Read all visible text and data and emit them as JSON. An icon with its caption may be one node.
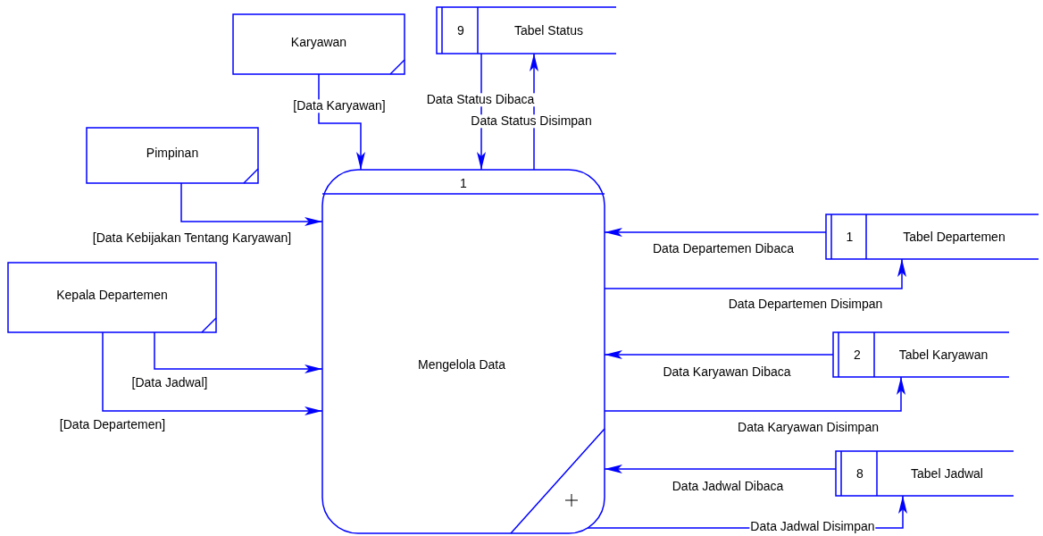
{
  "diagram": {
    "nodes": [
      {
        "text": [
          "Karyawan"
        ]
      },
      {
        "text": [
          "Pimpinan"
        ]
      },
      {
        "text": [
          "Kepala Departemen"
        ]
      },
      {
        "text": [
          "1",
          "Mengelola Data"
        ]
      },
      {
        "text": [
          "9",
          "Tabel Status"
        ]
      },
      {
        "text": [
          "1",
          "Tabel Departemen"
        ]
      },
      {
        "text": [
          "2",
          "Tabel Karyawan"
        ]
      },
      {
        "text": [
          "8",
          "Tabel Jadwal"
        ]
      }
    ],
    "edges": [
      {
        "from": 0,
        "to": 3,
        "arrow": "to",
        "label": "[Data Karyawan]"
      },
      {
        "from": 1,
        "to": 3,
        "arrow": "to",
        "label": "[Data Kebijakan Tentang Karyawan]"
      },
      {
        "from": 2,
        "to": 3,
        "arrow": "to",
        "label": "[Data Jadwal]"
      },
      {
        "from": 2,
        "to": 3,
        "arrow": "to",
        "label": "[Data Departemen]"
      },
      {
        "from": 4,
        "to": 3,
        "arrow": "to",
        "label": "Data Status Dibaca"
      },
      {
        "from": 3,
        "to": 4,
        "arrow": "to",
        "label": "Data Status Disimpan"
      },
      {
        "from": 5,
        "to": 3,
        "arrow": "to",
        "label": "Data Departemen Dibaca"
      },
      {
        "from": 3,
        "to": 5,
        "arrow": "to",
        "label": "Data Departemen Disimpan"
      },
      {
        "from": 6,
        "to": 3,
        "arrow": "to",
        "label": "Data Karyawan Dibaca"
      },
      {
        "from": 3,
        "to": 6,
        "arrow": "to",
        "label": "Data Karyawan Disimpan"
      },
      {
        "from": 7,
        "to": 3,
        "arrow": "to",
        "label": "Data Jadwal Dibaca"
      },
      {
        "from": 3,
        "to": 7,
        "arrow": "to",
        "label": "Data Jadwal Disimpan"
      }
    ]
  }
}
